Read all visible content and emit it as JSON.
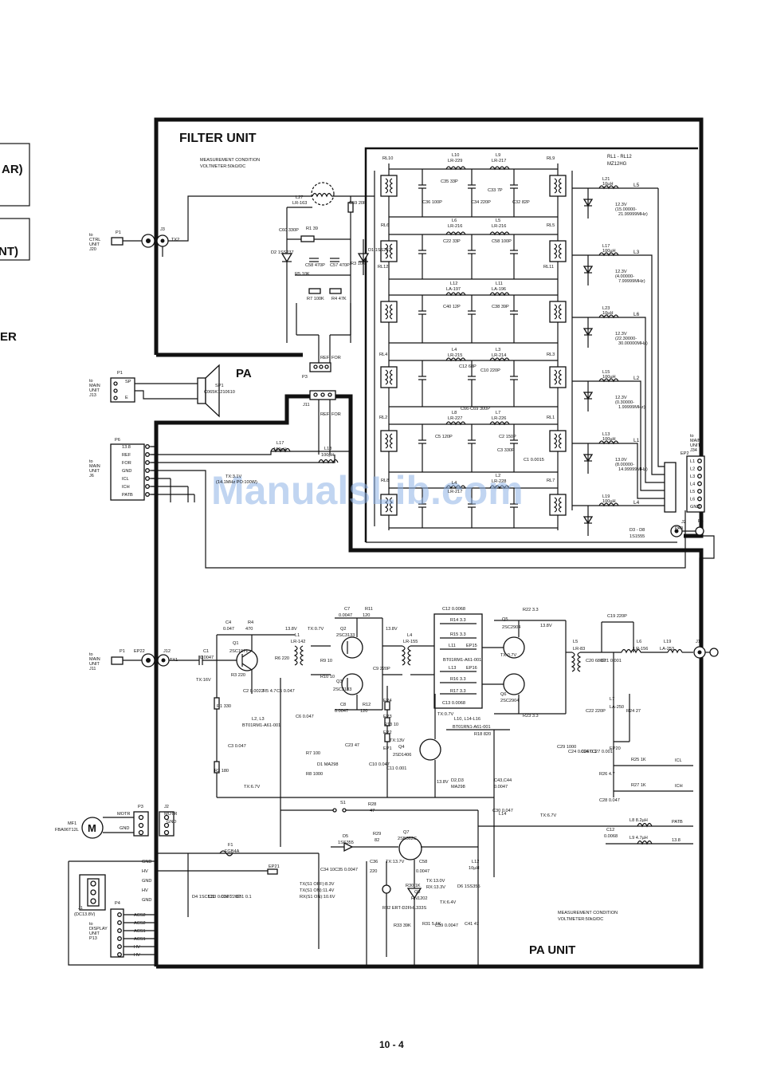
{
  "header": {
    "filter_unit": "FILTER UNIT",
    "filter_meas": "MEASUREMENT CONDITION",
    "filter_volt": "VOLTMETER:50kΩ/DC",
    "relay_ref": "RL1 - RL12",
    "relay_part": "MZ12HG",
    "pa_speaker": "PA",
    "pa_unit": "PA UNIT",
    "pa_meas": "MEASUREMENT CONDITION",
    "pa_volt": "VOLTMETER:50kΩ/DC",
    "page_number": "10 - 4",
    "watermark": "ManualsLib.com"
  },
  "edge_fragments": [
    "AR)",
    "NT)",
    "ER",
    ")"
  ],
  "connectors": {
    "ctrl": [
      "to",
      "CTRL",
      "UNIT",
      "J20"
    ],
    "main_j13": [
      "to",
      "MAIN",
      "UNIT",
      "J13"
    ],
    "main_j6": [
      "to",
      "MAIN",
      "UNIT",
      "J6"
    ],
    "main_j11": [
      "to",
      "MAIN",
      "UNIT",
      "J11"
    ],
    "main_j34": [
      "to",
      "MAIN",
      "UNIT",
      "J34"
    ],
    "display": [
      "to",
      "DISPLAY",
      "UNIT",
      "P13"
    ]
  },
  "p5_pins": [
    "13.8",
    "REF",
    "FOR",
    "GND",
    "ICL",
    "ICH",
    "PATB"
  ],
  "p2_pins": [
    "L1",
    "L2",
    "L3",
    "L4",
    "L5",
    "L6",
    "GND"
  ],
  "p4_pins": [
    "ACS2",
    "ACS2",
    "ACS1",
    "ACS1",
    "HV",
    "HV"
  ],
  "j1_pins": [
    "GND",
    "HV",
    "GND",
    "HV",
    "GND"
  ],
  "lpf_outputs": [
    {
      "l": "L5",
      "label": "L21",
      "val": "10µH",
      "v": "12.3V",
      "range": "(15.00000-",
      "range2": "21.99999MHz)"
    },
    {
      "l": "L3",
      "label": "L17",
      "val": "100µH",
      "v": "12.3V",
      "range": "(4.00000-",
      "range2": "7.99999MHz)"
    },
    {
      "l": "L6",
      "label": "L23",
      "val": "10µH",
      "v": "12.3V",
      "range": "(22.30000-",
      "range2": "30.00000MHz)"
    },
    {
      "l": "L2",
      "label": "L15",
      "val": "100µH",
      "v": "12.3V",
      "range": "(0.30000-",
      "range2": "1.99999MHz)"
    },
    {
      "l": "L1",
      "label": "L13",
      "val": "100µH",
      "v": "13.0V",
      "range": "(8.00000-",
      "range2": "14.99999MHz)"
    },
    {
      "l": "L4",
      "label": "L19",
      "val": "100µH",
      "v": "",
      "range": "",
      "range2": ""
    }
  ],
  "filter_labels": [
    [
      "RL10",
      480,
      200
    ],
    [
      "L10",
      567,
      196
    ],
    [
      "LR-229",
      562,
      203
    ],
    [
      "L9",
      622,
      196
    ],
    [
      "LR-217",
      617,
      203
    ],
    [
      "RL9",
      686,
      200
    ],
    [
      "C35 33P",
      553,
      229
    ],
    [
      "C33 7P",
      612,
      240
    ],
    [
      "C36 100P",
      530,
      255
    ],
    [
      "C34 220P",
      591,
      255
    ],
    [
      "C32 82P",
      643,
      255
    ],
    [
      "RL6",
      478,
      284
    ],
    [
      "L6",
      567,
      278
    ],
    [
      "LR-216",
      562,
      285
    ],
    [
      "L5",
      622,
      278
    ],
    [
      "LR-216",
      617,
      285
    ],
    [
      "RL5",
      686,
      284
    ],
    [
      "C22 33P",
      556,
      304
    ],
    [
      "C58 100P",
      617,
      304
    ],
    [
      "RL12",
      474,
      336
    ],
    [
      "L12",
      565,
      357
    ],
    [
      "LA-197",
      560,
      364
    ],
    [
      "L11",
      622,
      357
    ],
    [
      "LA-196",
      617,
      364
    ],
    [
      "RL11",
      682,
      336
    ],
    [
      "C40 12P",
      556,
      386
    ],
    [
      "C38 39P",
      617,
      386
    ],
    [
      "RL4",
      476,
      446
    ],
    [
      "L4",
      567,
      440
    ],
    [
      "LR-215",
      562,
      447
    ],
    [
      "L3",
      622,
      440
    ],
    [
      "LR-214",
      617,
      447
    ],
    [
      "RL3",
      686,
      446
    ],
    [
      "C12 68P",
      576,
      461
    ],
    [
      "C10 220P",
      603,
      466
    ],
    [
      "C66-C69 300P",
      578,
      514
    ],
    [
      "RL2",
      476,
      525
    ],
    [
      "L8",
      567,
      519
    ],
    [
      "LR-227",
      562,
      526
    ],
    [
      "L7",
      622,
      519
    ],
    [
      "LR-226",
      617,
      526
    ],
    [
      "RL1",
      686,
      525
    ],
    [
      "C5 120P",
      546,
      549
    ],
    [
      "C2 150P",
      626,
      549
    ],
    [
      "C3 330P",
      624,
      566
    ],
    [
      "C1 0.0015",
      657,
      578
    ],
    [
      "RL8",
      478,
      604
    ],
    [
      "L4",
      567,
      607
    ],
    [
      "LR-217",
      562,
      618
    ],
    [
      "L2",
      622,
      598
    ],
    [
      "LR-228",
      617,
      605
    ],
    [
      "RL7",
      686,
      604
    ],
    [
      "L27",
      371,
      249
    ],
    [
      "LR-163",
      367,
      256
    ],
    [
      "R1 39",
      384,
      288
    ],
    [
      "C58 470P",
      383,
      334
    ],
    [
      "C57 470P",
      414,
      334
    ],
    [
      "R7 100K",
      385,
      376
    ],
    [
      "R4 47K",
      416,
      376
    ],
    [
      "D2 1SS237",
      340,
      318
    ],
    [
      "D1 1SS237",
      462,
      315
    ],
    [
      "R3 10K",
      440,
      332
    ],
    [
      "R5 10K",
      370,
      345
    ],
    [
      "C59 20P",
      438,
      256
    ],
    [
      "C60 330P",
      350,
      290
    ]
  ],
  "pa_labels": [
    [
      "C4",
      283,
      782
    ],
    [
      "0.047",
      280,
      790
    ],
    [
      "R4",
      311,
      782
    ],
    [
      "470",
      308,
      790
    ],
    [
      "13.8V",
      358,
      790
    ],
    [
      "TX:0.7V",
      386,
      790
    ],
    [
      "L1",
      370,
      798
    ],
    [
      "LR-142",
      365,
      806
    ],
    [
      "C1",
      255,
      818
    ],
    [
      "0.0047",
      251,
      826
    ],
    [
      "Q1",
      292,
      808
    ],
    [
      "2SC1971",
      288,
      818
    ],
    [
      "R6 220",
      345,
      827
    ],
    [
      "R3 220",
      290,
      848
    ],
    [
      "C2 0.0022",
      305,
      868
    ],
    [
      "R5 4.7",
      330,
      868
    ],
    [
      "C5 0.047",
      347,
      868
    ],
    [
      "TX:16V",
      246,
      854
    ],
    [
      "R1 330",
      272,
      887
    ],
    [
      "L2, L3",
      316,
      903
    ],
    [
      "BT01RM1-A61-001",
      304,
      911
    ],
    [
      "C6 0.047",
      371,
      900
    ],
    [
      "C3 0.047",
      286,
      937
    ],
    [
      "R2 180",
      269,
      968
    ],
    [
      "R7 100",
      384,
      946
    ],
    [
      "R8 1000",
      384,
      972
    ],
    [
      "D1 MA298",
      398,
      960
    ],
    [
      "C23 47",
      433,
      936
    ],
    [
      "TX:6.7V",
      306,
      988
    ],
    [
      "C7",
      432,
      765
    ],
    [
      "0.0047",
      425,
      773
    ],
    [
      "R11",
      458,
      765
    ],
    [
      "120",
      455,
      773
    ],
    [
      "Q2",
      427,
      790
    ],
    [
      "2SC3133",
      422,
      798
    ],
    [
      "R9 10",
      402,
      830
    ],
    [
      "R10 10",
      402,
      850
    ],
    [
      "C8",
      427,
      885
    ],
    [
      "0.0047",
      420,
      893
    ],
    [
      "R12",
      455,
      885
    ],
    [
      "120",
      452,
      893
    ],
    [
      "Q3",
      422,
      856
    ],
    [
      "2SC3133",
      418,
      866
    ],
    [
      "C9 220P",
      468,
      840
    ],
    [
      "R13 10",
      482,
      910
    ],
    [
      "13.8V",
      484,
      790
    ],
    [
      "L4",
      511,
      798
    ],
    [
      "LR-155",
      506,
      806
    ],
    [
      "TX:13V",
      489,
      930
    ],
    [
      "Q4",
      500,
      938
    ],
    [
      "2SD1406",
      493,
      948
    ],
    [
      "C10 0.047",
      463,
      960
    ],
    [
      "C11 0.001",
      485,
      965
    ],
    [
      "EP4",
      481,
      880
    ],
    [
      "EP3",
      481,
      900
    ],
    [
      "EP2",
      481,
      920
    ],
    [
      "EP1",
      481,
      940
    ],
    [
      "13.8V",
      548,
      982
    ],
    [
      "C12 0.0068",
      555,
      765
    ],
    [
      "R14 3.3",
      565,
      779
    ],
    [
      "R15 3.3",
      565,
      797
    ],
    [
      "L11",
      563,
      811
    ],
    [
      "EP15",
      585,
      811
    ],
    [
      "BT01RM1-A61-001",
      556,
      829
    ],
    [
      "L13",
      563,
      839
    ],
    [
      "EP16",
      585,
      839
    ],
    [
      "R16 3.3",
      565,
      853
    ],
    [
      "R17 3.3",
      565,
      868
    ],
    [
      "C13 0.0068",
      555,
      883
    ],
    [
      "TX:0.7V",
      549,
      897
    ],
    [
      "L10, L14-L16",
      570,
      903
    ],
    [
      "BT01RN1-A61-001",
      568,
      913
    ],
    [
      "R18 820",
      595,
      922
    ],
    [
      "D2,D3",
      566,
      980
    ],
    [
      "MA298",
      566,
      988
    ],
    [
      "C43,C44",
      620,
      980
    ],
    [
      "0.0047",
      620,
      988
    ],
    [
      "R22 3.3",
      656,
      766
    ],
    [
      "Q5",
      630,
      778
    ],
    [
      "2SC2904",
      630,
      788
    ],
    [
      "13.8V",
      678,
      786
    ],
    [
      "TX:0.7V",
      628,
      823
    ],
    [
      "Q6",
      628,
      872
    ],
    [
      "2SC2904",
      628,
      880
    ],
    [
      "R23 3.3",
      656,
      899
    ],
    [
      "C19 220P",
      762,
      774
    ],
    [
      "L5",
      719,
      806
    ],
    [
      "LR-83",
      719,
      815
    ],
    [
      "L6",
      799,
      806
    ],
    [
      "LR-156",
      795,
      815
    ],
    [
      "L19",
      833,
      806
    ],
    [
      "LA-253",
      828,
      815
    ],
    [
      "C20 680P",
      735,
      830
    ],
    [
      "C21 0.001",
      754,
      830
    ],
    [
      "C22 220P",
      735,
      893
    ],
    [
      "L7",
      765,
      878
    ],
    [
      "LA-250",
      765,
      888
    ],
    [
      "R24 27",
      786,
      893
    ],
    [
      "EP20",
      765,
      940
    ],
    [
      "C29 1000",
      699,
      938
    ],
    [
      "C24 0.0047",
      713,
      944
    ],
    [
      "C26 0.1",
      729,
      944
    ],
    [
      "C27 0.001",
      743,
      944
    ],
    [
      "R25 1K",
      792,
      954
    ],
    [
      "ICL",
      847,
      955
    ],
    [
      "R26 4.7",
      752,
      972
    ],
    [
      "R27 1K",
      792,
      986
    ],
    [
      "ICH",
      847,
      987
    ],
    [
      "C28 0.047",
      752,
      1005
    ],
    [
      "L8 8.2µH",
      790,
      1030
    ],
    [
      "PATB",
      843,
      1032
    ],
    [
      "C12",
      761,
      1042
    ],
    [
      "0.0068",
      758,
      1050
    ],
    [
      "L9 4.7µH",
      790,
      1052
    ],
    [
      "13.8",
      843,
      1055
    ],
    [
      "TX:6.7V",
      678,
      1024
    ],
    [
      "C30 0.047",
      618,
      1018
    ],
    [
      "L14",
      626,
      1022
    ],
    [
      "S1",
      427,
      1008
    ],
    [
      "R28",
      462,
      1010
    ],
    [
      "47",
      464,
      1018
    ],
    [
      "D5",
      430,
      1050
    ],
    [
      "1SS355",
      424,
      1058
    ],
    [
      "R29",
      468,
      1047
    ],
    [
      "82",
      470,
      1055
    ],
    [
      "Q7",
      506,
      1045
    ],
    [
      "2SB562C",
      499,
      1053
    ],
    [
      "TX:13.7V",
      484,
      1082
    ],
    [
      "C36",
      464,
      1082
    ],
    [
      "220",
      464,
      1094
    ],
    [
      "C58",
      526,
      1082
    ],
    [
      "0.0047",
      522,
      1094
    ],
    [
      "C34 10",
      402,
      1092
    ],
    [
      "C35 0.0047",
      420,
      1092
    ],
    [
      "L12",
      592,
      1082
    ],
    [
      "10µH",
      588,
      1090
    ],
    [
      "TX(S1 OFF):8.3V",
      376,
      1110
    ],
    [
      "TX(S1 ON):11.4V",
      376,
      1118
    ],
    [
      "RX(S1 ON):10.6V",
      376,
      1126
    ],
    [
      "R30 1K",
      509,
      1112
    ],
    [
      "TX:13.0V",
      535,
      1106
    ],
    [
      "RX:13.3V",
      535,
      1114
    ],
    [
      "Q8",
      520,
      1120
    ],
    [
      "RN1202",
      516,
      1128
    ],
    [
      "TX:6.4V",
      552,
      1133
    ],
    [
      "D6 1SS355",
      574,
      1113
    ],
    [
      "R32 ERT-D2FHL333S",
      480,
      1140
    ],
    [
      "R33 39K",
      494,
      1162
    ],
    [
      "R31 5.6K",
      530,
      1160
    ],
    [
      "C39 0.0047",
      546,
      1162
    ],
    [
      "C41 47",
      583,
      1160
    ],
    [
      "F1",
      286,
      1061
    ],
    [
      "FGB4A",
      282,
      1069
    ],
    [
      "EP21",
      337,
      1088
    ],
    [
      "D4 1SC511",
      241,
      1126
    ],
    [
      "C33 0.0047",
      261,
      1126
    ],
    [
      "C32 220P",
      277,
      1126
    ],
    [
      "C31 0.1",
      296,
      1126
    ],
    [
      "MF1",
      85,
      1034
    ],
    [
      "FBA06T12L",
      69,
      1042
    ],
    [
      "MOTR",
      147,
      1022
    ],
    [
      "GND",
      150,
      1040
    ],
    [
      "P3",
      173,
      1013
    ],
    [
      "J2",
      206,
      1013
    ],
    [
      "MOTR",
      206,
      1022
    ],
    [
      "GND",
      209,
      1032
    ],
    [
      "J1",
      98,
      1140
    ],
    [
      "(DC13.8V)",
      93,
      1148
    ],
    [
      "P4",
      144,
      1134
    ],
    [
      "SP1",
      270,
      485
    ],
    [
      "C065K1210610",
      256,
      493
    ],
    [
      "P1",
      147,
      469
    ],
    [
      "SP",
      157,
      480
    ],
    [
      "E",
      157,
      500
    ],
    [
      "P3",
      379,
      474
    ],
    [
      "J11",
      380,
      509
    ],
    [
      "REF",
      402,
      521
    ],
    [
      "FOR",
      416,
      521
    ],
    [
      "REF",
      402,
      450
    ],
    [
      "FOR",
      416,
      450
    ],
    [
      "L17",
      347,
      557
    ],
    [
      "100µH",
      343,
      565
    ],
    [
      "L18",
      407,
      564
    ],
    [
      "100µH",
      403,
      572
    ],
    [
      "TX:3.1V",
      283,
      599
    ],
    [
      "(14.1MHz PO:100W)",
      271,
      606
    ],
    [
      "P6",
      144,
      553
    ],
    [
      "P1",
      150,
      818
    ],
    [
      "EP22",
      168,
      818
    ],
    [
      "J12",
      205,
      818
    ],
    [
      "TX1",
      213,
      829
    ],
    [
      "P1",
      145,
      293
    ],
    [
      "J3",
      201,
      289
    ],
    [
      "TX2",
      215,
      302
    ],
    [
      "EP2",
      854,
      570
    ],
    [
      "J2",
      855,
      656
    ],
    [
      "PA0",
      847,
      664
    ],
    [
      "P5",
      876,
      655
    ],
    [
      "D3 - D8",
      790,
      666
    ],
    [
      "1S1555",
      790,
      674
    ],
    [
      "J13",
      873,
      806
    ]
  ]
}
